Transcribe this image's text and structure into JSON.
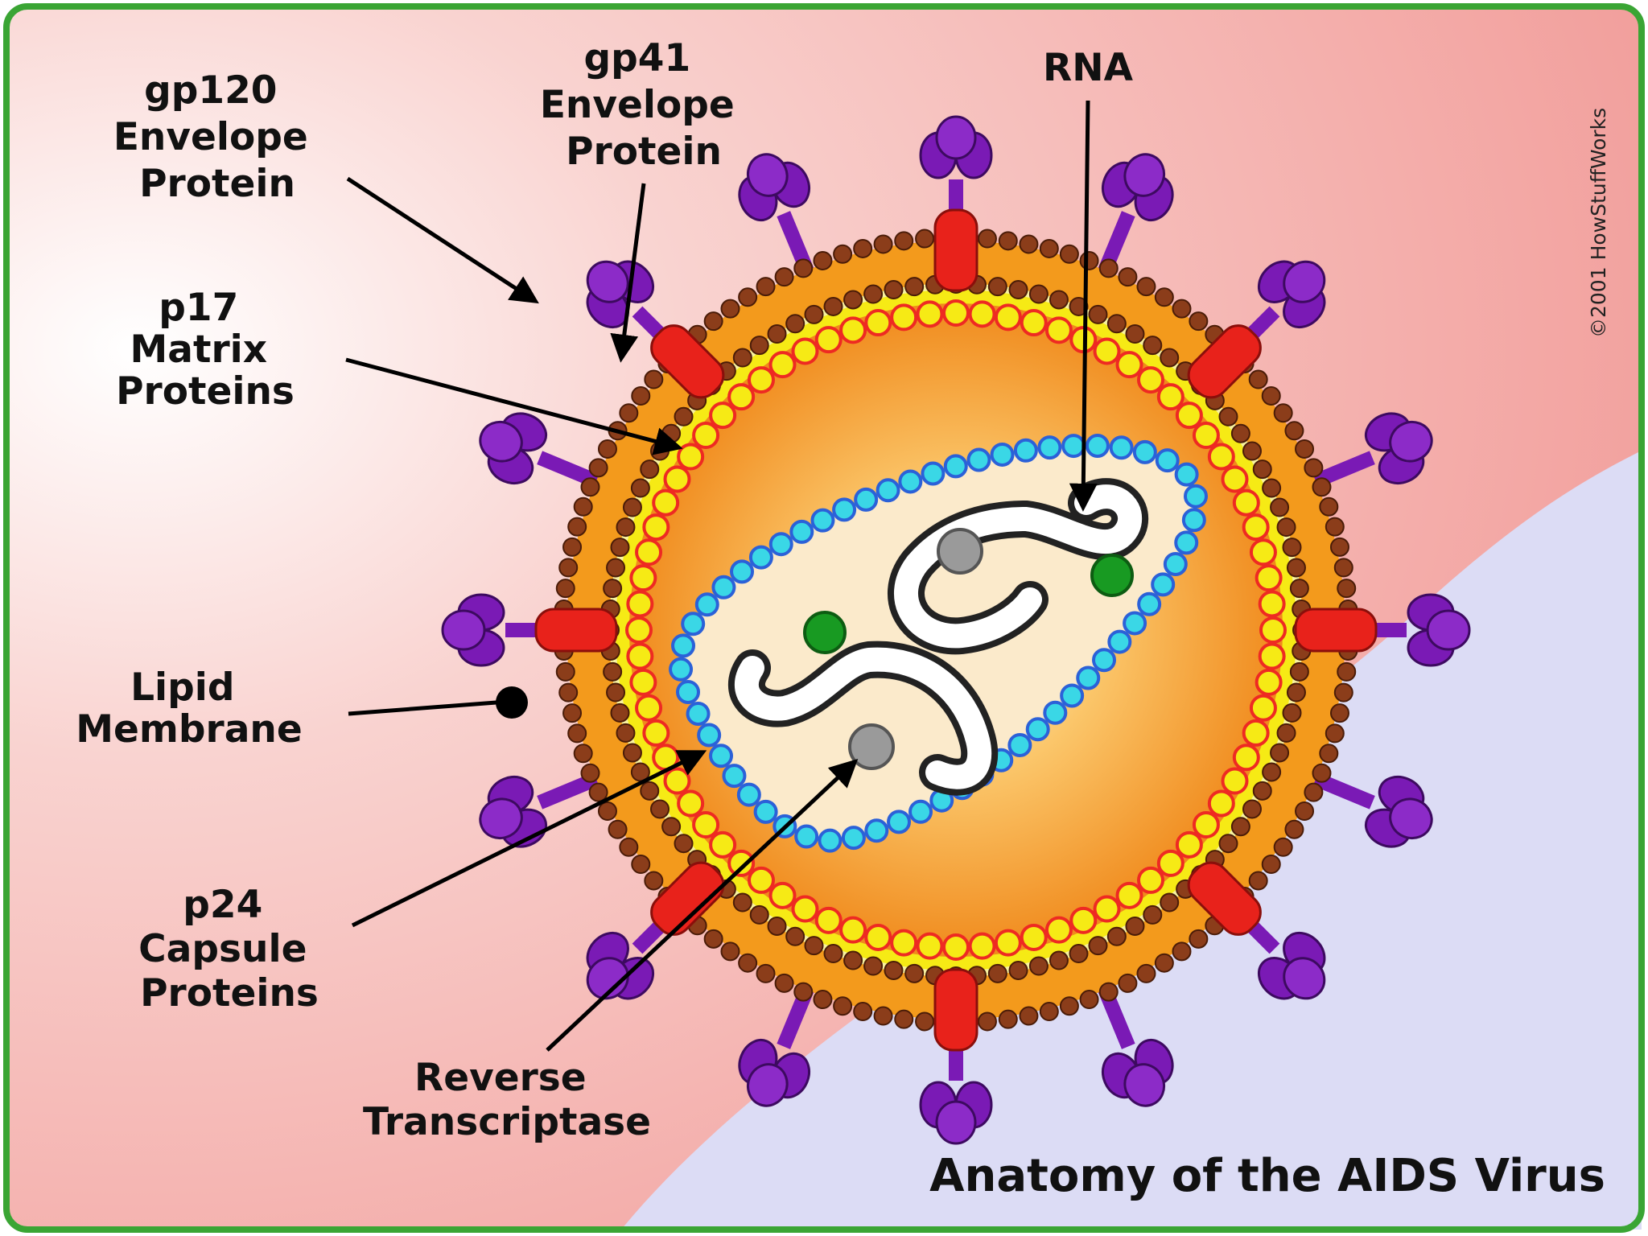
{
  "title": "Anatomy of the AIDS Virus",
  "copyright": "©2001 HowStuffWorks",
  "labels": {
    "gp120": [
      "gp120",
      "Envelope",
      "Protein"
    ],
    "gp41": [
      "gp41",
      "Envelope",
      "Protein"
    ],
    "rna": [
      "RNA"
    ],
    "p17": [
      "p17",
      "Matrix",
      "Proteins"
    ],
    "lipid": [
      "Lipid",
      "Membrane"
    ],
    "p24": [
      "p24",
      "Capsule",
      "Proteins"
    ],
    "rt": [
      "Reverse",
      "Transcriptase"
    ]
  },
  "colors": {
    "frame": "#3aa534",
    "background_pink": "#f2a7a5",
    "background_lavender": "#dcdcf5",
    "envelope_orange": "#f39a1c",
    "lipid_bead": "#8b3d1a",
    "matrix_yellow": "#f6ea15",
    "matrix_red_ring": "#ee2a22",
    "capsid_cyan": "#3ad7e6",
    "capsid_outline": "#2b61d8",
    "core_fill": "#fbeacb",
    "gp41_red": "#e8221b",
    "gp120_purple": "#7a1ab5",
    "reverse_transcriptase_gray": "#9a9a9a",
    "green_enzyme": "#189a22"
  }
}
